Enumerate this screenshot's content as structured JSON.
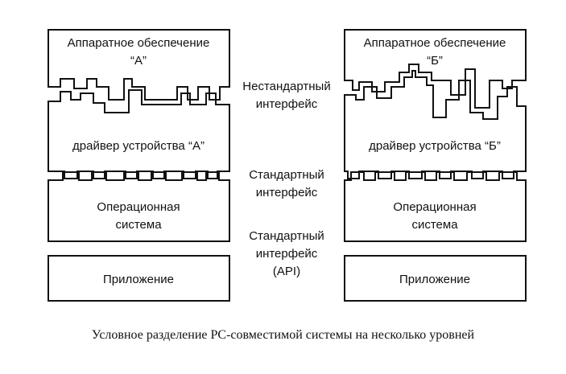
{
  "left_column": {
    "hardware_line1": "Аппаратное обеспечение",
    "hardware_line2": "“А”",
    "driver": "драйвер устройства “А”",
    "os_line1": "Операционная",
    "os_line2": "система",
    "application": "Приложение"
  },
  "right_column": {
    "hardware_line1": "Аппаратное обеспечение",
    "hardware_line2": "“Б”",
    "driver": "драйвер устройства “Б”",
    "os_line1": "Операционная",
    "os_line2": "система",
    "application": "Приложение"
  },
  "middle_labels": {
    "nonstandard_line1": "Нестандартный",
    "nonstandard_line2": "интерфейс",
    "standard1_line1": "Стандартный",
    "standard1_line2": "интерфейс",
    "standard2_line1": "Стандартный",
    "standard2_line2": "интерфейс",
    "standard2_line3": "(API)"
  },
  "caption": "Условное разделение PC-совместимой системы на несколько уровней"
}
